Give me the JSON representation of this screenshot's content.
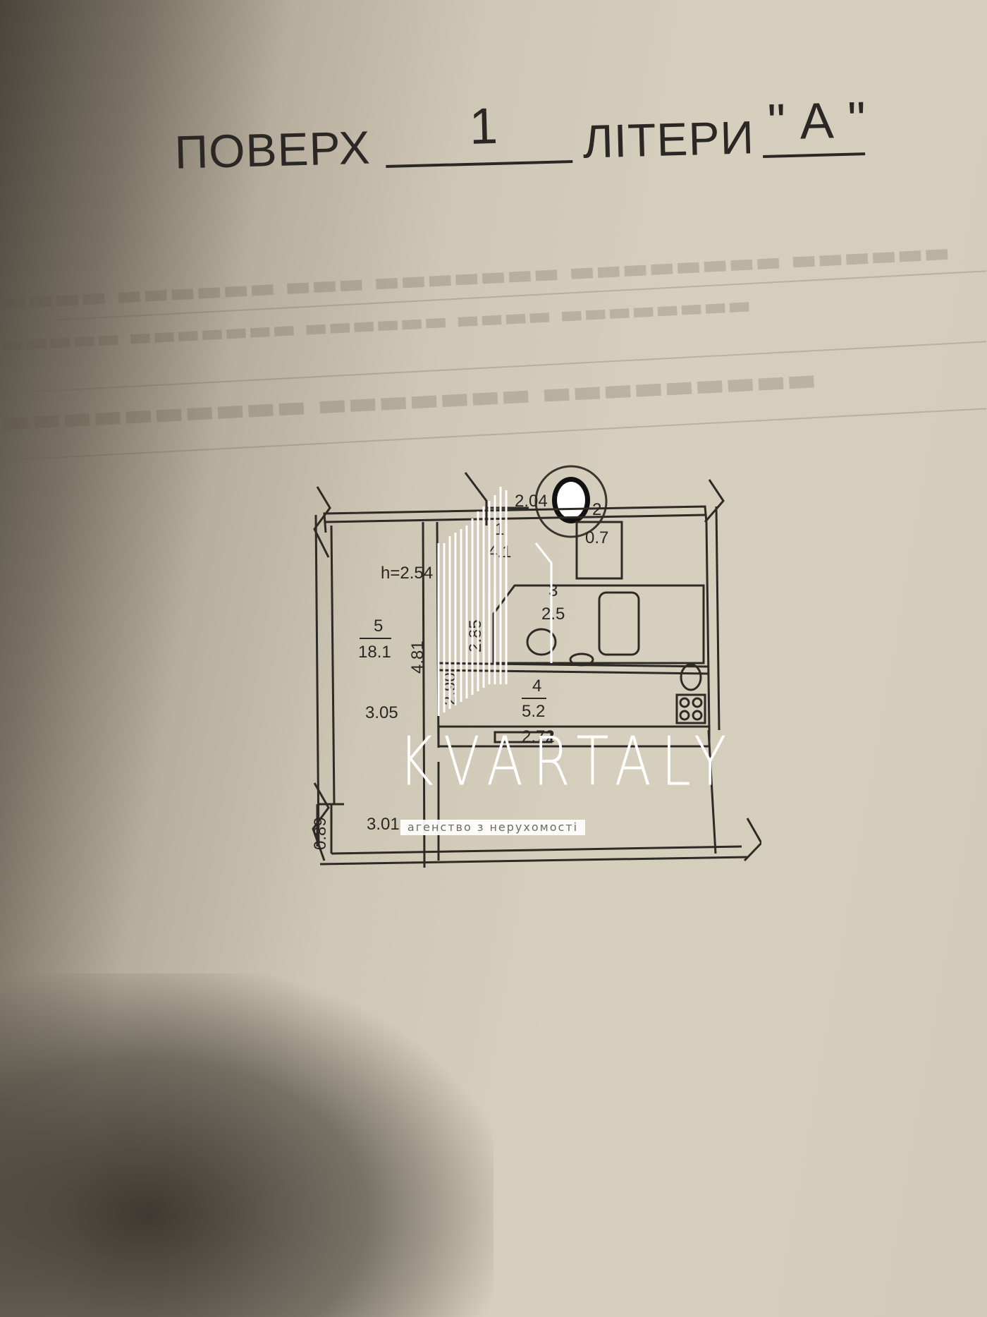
{
  "header": {
    "floor_label": "ПОВЕРХ",
    "floor_value": "1",
    "letter_label": "ЛІТЕРИ",
    "letter_value": "\" А \""
  },
  "plan": {
    "height": "h=2.54",
    "rooms": [
      {
        "number": "1",
        "area": "4.1"
      },
      {
        "number": "2",
        "area": "0.7"
      },
      {
        "number": "3",
        "area": "2.5"
      },
      {
        "number": "4",
        "area": "5.2"
      },
      {
        "number": "5",
        "area": "18.1"
      }
    ],
    "dimensions": {
      "d_2_04": "2.04",
      "d_2_85": "2.85",
      "d_4_81": "4.81",
      "d_2_90": "2.90",
      "d_3_05": "3.05",
      "d_3_01": "3.01",
      "d_0_89": "0.89",
      "d_2_72": "2.72"
    }
  },
  "watermark": {
    "brand": "KVARTALY",
    "tagline": "агенство з нерухомості"
  }
}
